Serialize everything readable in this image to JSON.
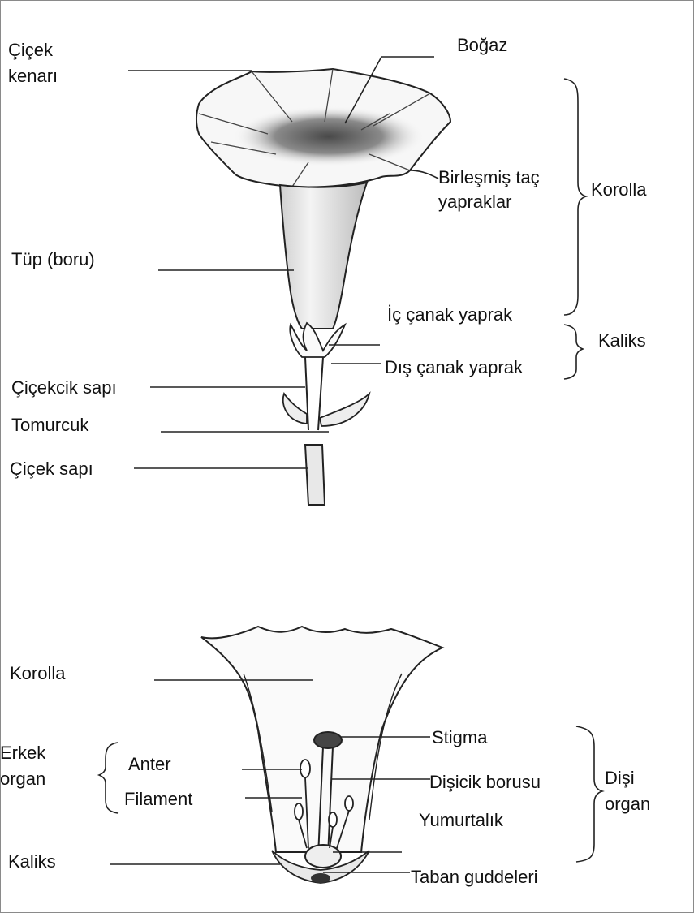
{
  "upper": {
    "cicek_kenari": [
      "Çiçek",
      "kenarı"
    ],
    "bogaz": "Boğaz",
    "birlesmis": [
      "Birleşmiş taç",
      "yapraklar"
    ],
    "korolla": "Korolla",
    "tup": "Tüp (boru)",
    "ic_canak": "İç çanak yaprak",
    "kaliks": "Kaliks",
    "dis_canak": "Dış çanak yaprak",
    "cicekcik_sapi": "Çiçekcik sapı",
    "tomurcuk": "Tomurcuk",
    "cicek_sapi": "Çiçek sapı"
  },
  "lower": {
    "korolla": "Korolla",
    "erkek_organ": [
      "Erkek",
      "organ"
    ],
    "anter": "Anter",
    "filament": "Filament",
    "stigma": "Stigma",
    "disicik_borusu": "Dişicik borusu",
    "disi_organ": [
      "Dişi",
      "organ"
    ],
    "yumurtalik": "Yumurtalık",
    "kaliks": "Kaliks",
    "taban_guddeleri": "Taban guddeleri"
  }
}
